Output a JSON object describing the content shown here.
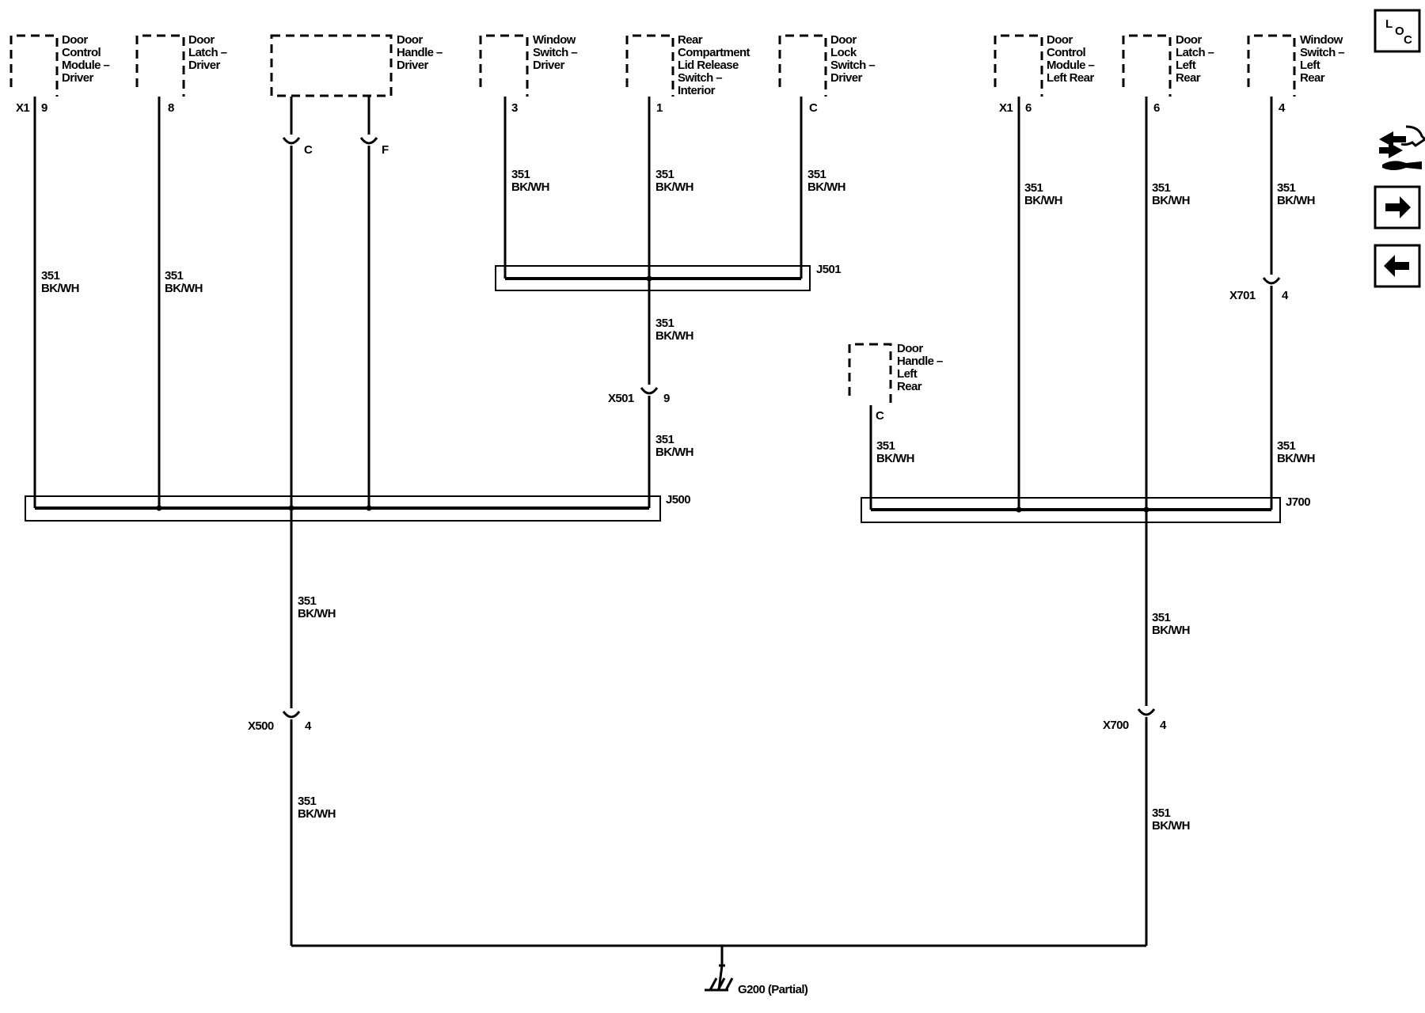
{
  "components": {
    "door_control_module_driver": [
      "Door",
      "Control",
      "Module –",
      "Driver"
    ],
    "door_latch_driver": [
      "Door",
      "Latch –",
      "Driver"
    ],
    "door_handle_driver": [
      "Door",
      "Handle –",
      "Driver"
    ],
    "window_switch_driver": [
      "Window",
      "Switch –",
      "Driver"
    ],
    "rear_compartment_lid_release_switch": [
      "Rear",
      "Compartment",
      "Lid Release",
      "Switch –",
      "Interior"
    ],
    "door_lock_switch_driver": [
      "Door",
      "Lock",
      "Switch –",
      "Driver"
    ],
    "door_control_module_left_rear": [
      "Door",
      "Control",
      "Module –",
      "Left Rear"
    ],
    "door_latch_left_rear": [
      "Door",
      "Latch –",
      "Left",
      "Rear"
    ],
    "window_switch_left_rear": [
      "Window",
      "Switch –",
      "Left",
      "Rear"
    ],
    "door_handle_left_rear": [
      "Door",
      "Handle –",
      "Left",
      "Rear"
    ]
  },
  "pins": {
    "dcm_driver_conn": "X1",
    "dcm_driver_pin": "9",
    "latch_driver_pin": "8",
    "handle_driver_pin_c": "C",
    "handle_driver_pin_f": "F",
    "window_driver_pin": "3",
    "rear_comp_pin": "1",
    "lock_switch_pin": "C",
    "dcm_lr_conn": "X1",
    "dcm_lr_pin": "6",
    "latch_lr_pin": "6",
    "window_lr_pin": "4",
    "handle_lr_pin": "C"
  },
  "wire": {
    "circuit": "351",
    "color": "BK/WH"
  },
  "connectors": {
    "x501": "X501",
    "x501_pin": "9",
    "x500": "X500",
    "x500_pin": "4",
    "x700": "X700",
    "x700_pin": "4",
    "x701": "X701",
    "x701_pin": "4"
  },
  "splices": {
    "j500": "J500",
    "j501": "J501",
    "j700": "J700"
  },
  "ground": {
    "label": "G200 (Partial)"
  },
  "nav": {
    "loc_l": "L",
    "loc_o": "O",
    "loc_c": "C",
    "service_icon": "connector-service-icon",
    "next_icon": "arrow-right-icon",
    "prev_icon": "arrow-left-icon"
  }
}
